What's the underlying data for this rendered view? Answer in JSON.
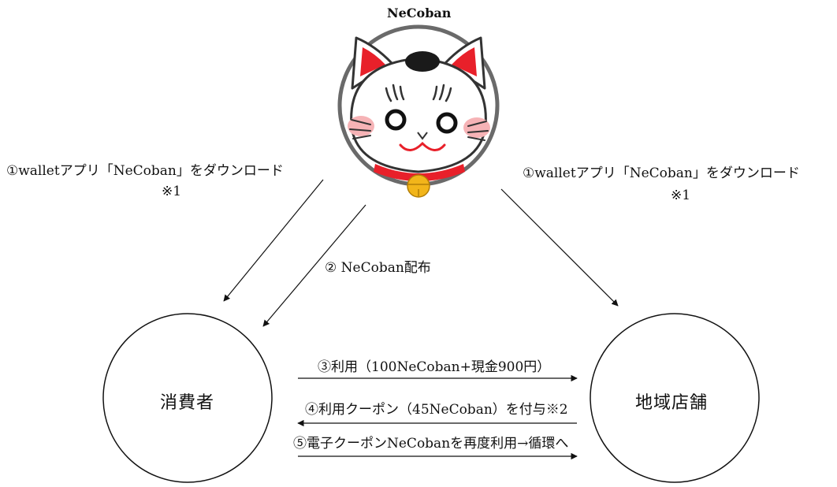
{
  "top_node": {
    "name": "NeCoban"
  },
  "left_node": {
    "name": "消費者"
  },
  "right_node": {
    "name": "地域店舗"
  },
  "labels": {
    "download_left": "①walletアプリ「NeCoban」をダウンロード",
    "download_left_note": "※1",
    "download_right": "①walletアプリ「NeCoban」をダウンロード",
    "download_right_note": "※1",
    "distribute": "② NeCoban配布",
    "use": "③利用（100NeCoban+現金900円）",
    "coupon": "④利用クーポン（45NeCoban）を付与※2",
    "reuse": "⑤電子クーポンNeCobanを再度利用→循環へ"
  },
  "colors": {
    "line": "#111111",
    "ear_inner": "#e8202a",
    "collar": "#e8202a",
    "bell": "#f2b51a",
    "cheek": "#f6b3b6",
    "patch": "#1a1a1a"
  },
  "icons": {
    "mascot": "maneki-neko-cat-icon",
    "bell": "bell-icon"
  }
}
